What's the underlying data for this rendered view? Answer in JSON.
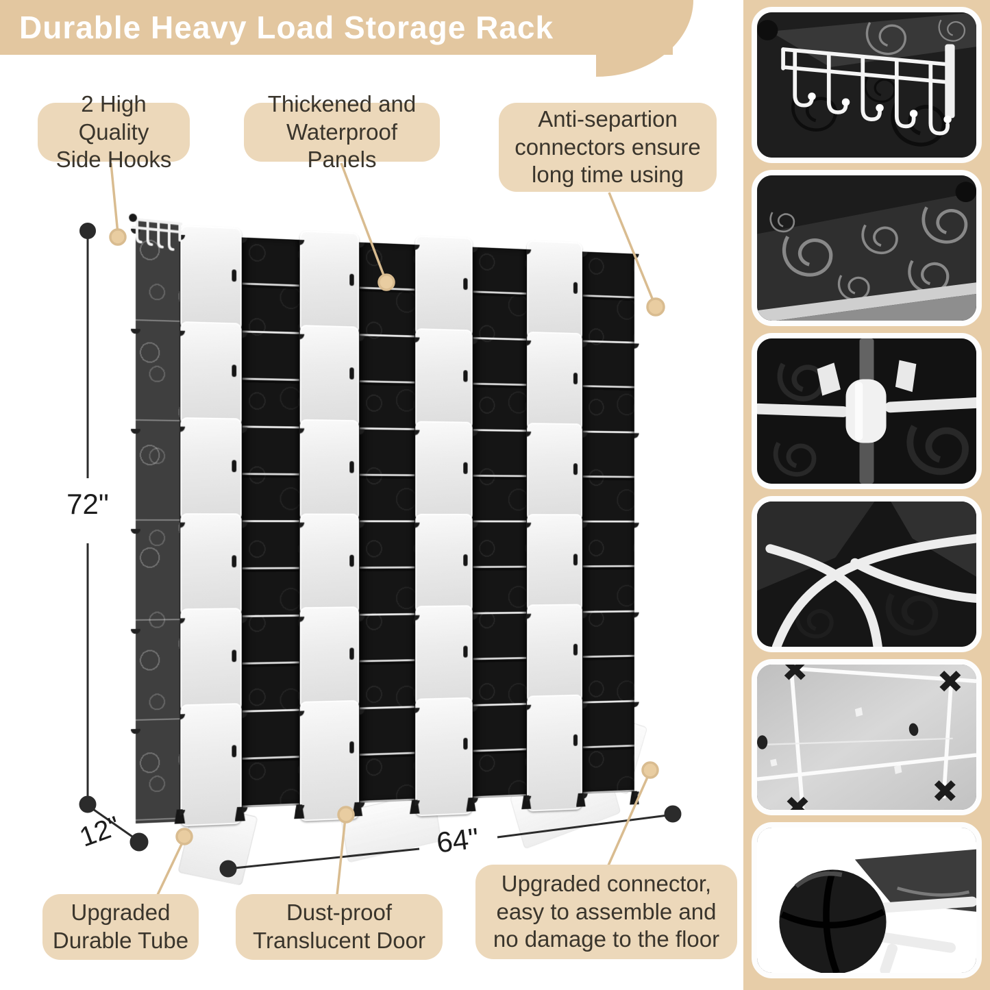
{
  "title": "Durable Heavy Load Storage Rack",
  "callouts": [
    {
      "id": "side-hooks",
      "text": "2 High Quality\nSide Hooks"
    },
    {
      "id": "panels",
      "text": "Thickened and\nWaterproof Panels"
    },
    {
      "id": "connectors",
      "text": "Anti-separtion\nconnectors ensure\nlong time using"
    },
    {
      "id": "tube",
      "text": "Upgraded\nDurable Tube"
    },
    {
      "id": "door",
      "text": "Dust-proof\nTranslucent Door"
    },
    {
      "id": "floor-connector",
      "text": "Upgraded connector,\neasy to assemble and\nno damage to the floor"
    }
  ],
  "dimensions": {
    "height": "72\"",
    "depth": "12\"",
    "width": "64\""
  },
  "rack": {
    "columns": 4,
    "rows": 6
  },
  "sidebar": {
    "thumbnails": [
      {
        "name": "side-hooks-closeup"
      },
      {
        "name": "panel-texture-closeup"
      },
      {
        "name": "anti-separation-connector-closeup"
      },
      {
        "name": "tube-joint-closeup"
      },
      {
        "name": "translucent-door-closeup"
      },
      {
        "name": "floor-connector-closeup"
      }
    ]
  },
  "colors": {
    "banner": "#e3c7a0",
    "callout": "#ecd8ba",
    "callout_text": "#3a352c",
    "leader": "#d9bc90",
    "dimension": "#2b2b2b",
    "sidebar_bg": "#e7cda8"
  }
}
